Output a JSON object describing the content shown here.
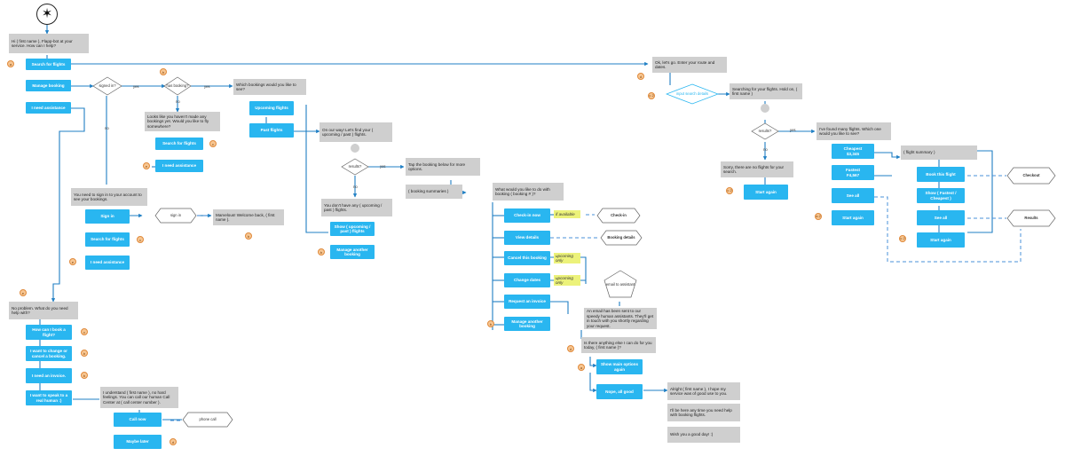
{
  "texts": {
    "greeting": "Hi ( first name ), Flapp-bot at your service. How can I help?",
    "search_flights": "Search for flights",
    "manage_booking": "Manage booking",
    "need_assistance": "I need assistance",
    "signed_in": "signed in?",
    "yes": "yes",
    "no": "no",
    "has_booking": "has booking?",
    "which_bookings": "Which bookings would you like to see?",
    "upcoming_flights": "Upcoming flights",
    "past_flights": "Past flights",
    "no_bookings": "Looks like you haven't made any bookings yet. Would you like to fly somewhere?",
    "sign_in_prompt": "You need to sign in to your account to see your bookings.",
    "sign_in": "Sign in",
    "sign_in_tag": "sign in",
    "welcome_back": "Marvelous! Welcome back, ( first name ).",
    "on_our_way": "On our way! Let's find your ( upcoming / past ) flights.",
    "results_q": "results?",
    "tap_booking": "Tap the booking below for more options.",
    "booking_summaries": "( booking summaries )",
    "no_flights_found": "You don't have any ( upcoming / past ) flights.",
    "show_flights": "Show ( upcoming / past ) flights",
    "manage_another": "Manage another booking",
    "what_to_do": "What would you like to do with booking ( booking # )?",
    "check_in_now": "Check-in now",
    "view_details": "View details",
    "cancel_booking": "Cancel this booking",
    "change_dates": "Change dates",
    "request_invoice": "Request an invoice",
    "if_available": "if available",
    "upcoming_only": "upcoming only",
    "check_in": "Check-in",
    "booking_details": "Booking details",
    "email_assistant": "email to assistant",
    "email_sent": "An email has been sent to our speedy human assistants. They'll get in touch with you shortly regarding your request.",
    "anything_else": "Is there anything else I can do for you today, ( first name )?",
    "show_main_options": "Show main options again",
    "nope_all_good": "Nope, all good",
    "alright_hope": "Alright ( first name ), I hope my service was of good use to you.",
    "ill_be_here": "I'll be here any time you need help with booking flights.",
    "wish_good_day": "Wish you a good day! :)",
    "no_problem": "No problem. What do you need help with?",
    "how_book": "How can I book a flight?",
    "want_change": "I want to change or cancel a booking.",
    "need_invoice": "I need an invoice.",
    "speak_human": "I want to speak to a real human :)",
    "human_feelings": "I understand ( first name ), no hard feelings. You can call our human Call Center at ( call center number ).",
    "call_now": "Call now",
    "maybe_later": "Maybe later",
    "phone_call": "phone call",
    "lets_go": "Ok, let's go. Enter your route and dates.",
    "input_search": "input search details",
    "searching": "Searching for your flights. Hold on, ( first name )",
    "found_many": "I've found many flights. Which one would you like to see?",
    "cheapest": "Cheapest",
    "cheapest_price": "$3,345",
    "fastest": "Fastest",
    "fastest_price": "F4,567",
    "see_all": "See all",
    "start_again": "Start again",
    "sorry_no_flights": "Sorry, there are no flights for your search.",
    "flight_summary": "( flight summary )",
    "book_this": "Book this flight",
    "show_fastest_cheapest": "Show ( Fastest / Cheapest )",
    "checkout": "Checkout",
    "results": "Results"
  },
  "markers": {
    "a": "a",
    "b": "b",
    "c": "c",
    "d": "d",
    "e": "e",
    "c2": "c\n2",
    "a2": "a\n2"
  },
  "colors": {
    "button": "#29b6f0",
    "message": "#cfcfcf",
    "connector": "#1f7fc4",
    "dashed": "#4a90d9",
    "tag": "#ecf27a",
    "marker": "#f7c692"
  }
}
